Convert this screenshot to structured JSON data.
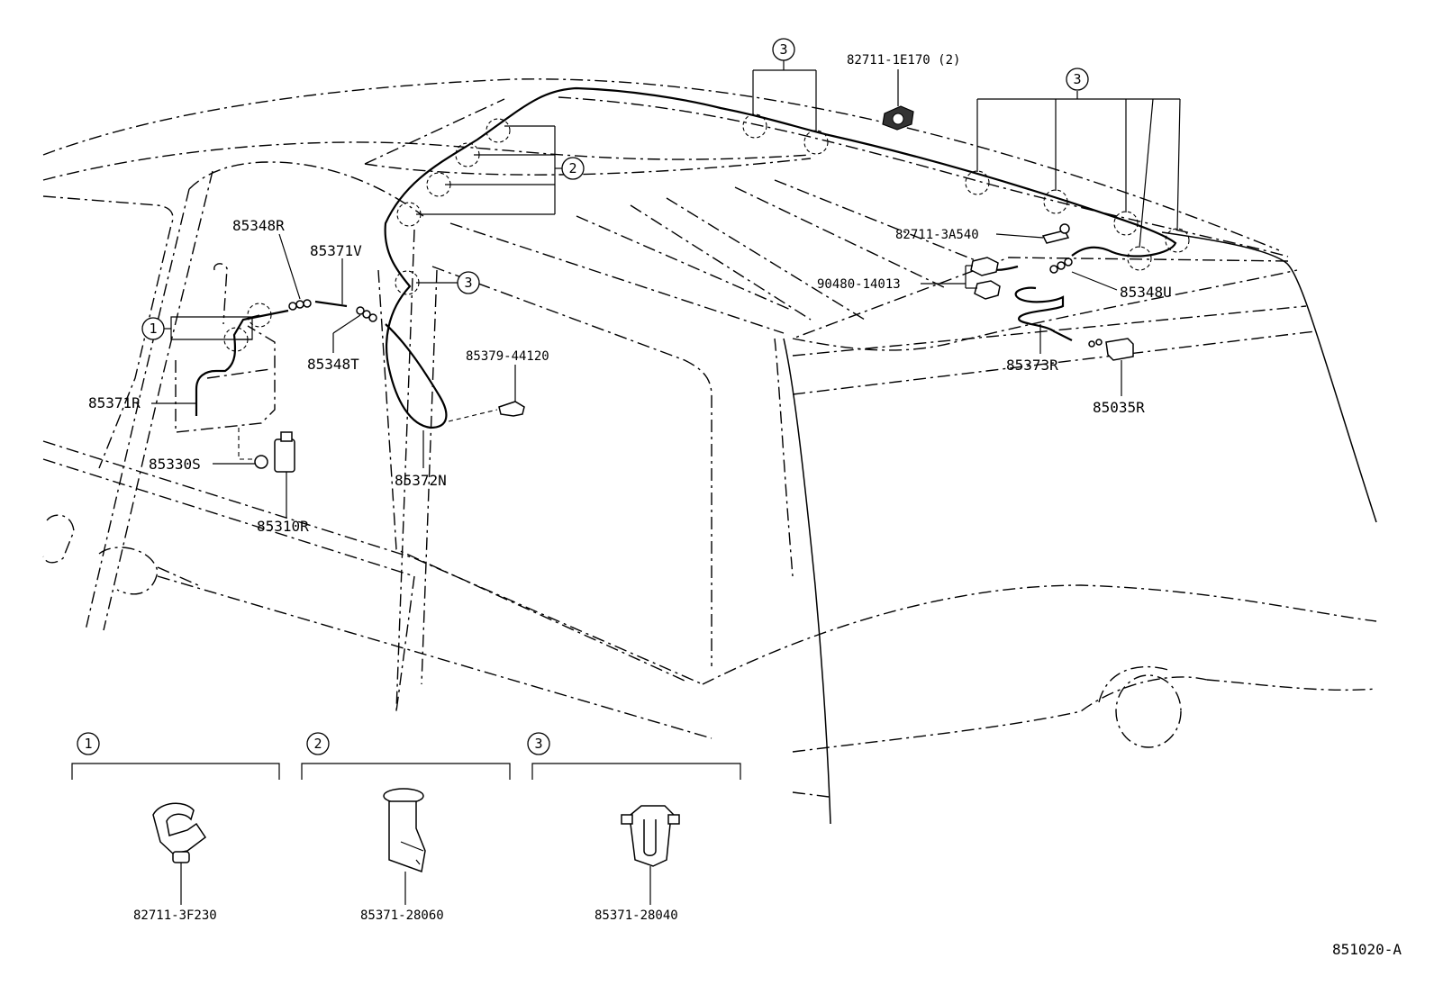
{
  "diagram_id": "851020-A",
  "callouts": {
    "one": "1",
    "two": "2",
    "three": "3"
  },
  "parts": {
    "p82711_1E170": "82711-1E170 (2)",
    "p82711_3A540": "82711-3A540",
    "p90480_14013": "90480-14013",
    "p85348U": "85348U",
    "p85373R": "85373R",
    "p85035R": "85035R",
    "p85348R": "85348R",
    "p85371V": "85371V",
    "p85348T": "85348T",
    "p85371R": "85371R",
    "p85330S": "85330S",
    "p85310R": "85310R",
    "p85372N": "85372N",
    "p85379_44120": "85379-44120"
  },
  "legend": [
    {
      "number": "1",
      "part": "82711-3F230"
    },
    {
      "number": "2",
      "part": "85371-28060"
    },
    {
      "number": "3",
      "part": "85371-28040"
    }
  ]
}
